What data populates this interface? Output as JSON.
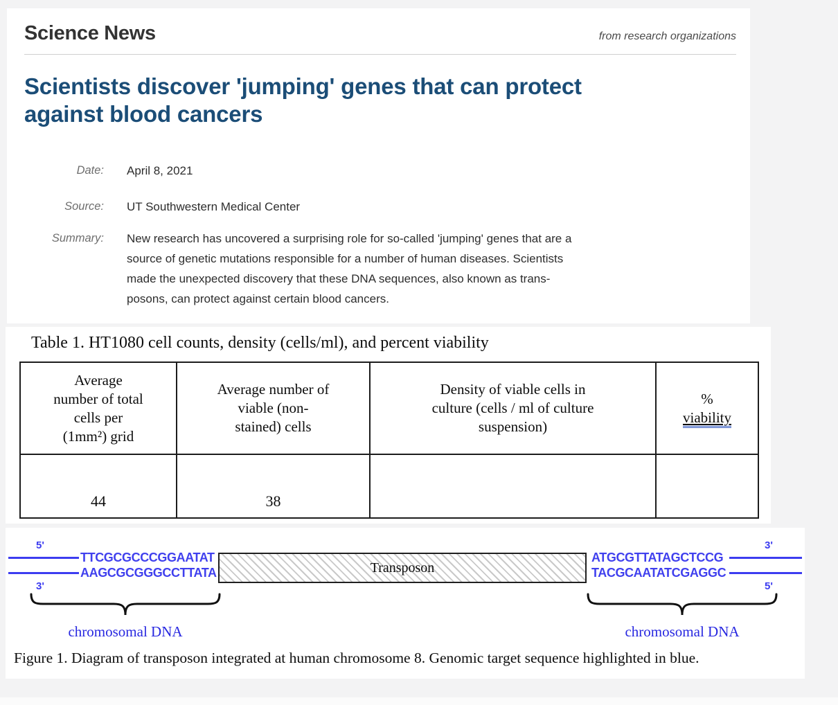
{
  "colors": {
    "headline_navy": "#1b4d77",
    "dna_blue": "#3c3cf0",
    "sequence_blue": "#4040ee",
    "chromosomal_label_blue": "#2727e0",
    "viability_underline_blue": "#2a52be"
  },
  "article": {
    "brand": "Science News",
    "tagline": "from research organizations",
    "headline_lines": [
      "Scientists discover 'jumping' genes that can protect",
      "against blood cancers"
    ],
    "date_label": "Date:",
    "date_value": "April 8, 2021",
    "source_label": "Source:",
    "source_value": "UT Southwestern Medical Center",
    "summary_label": "Summary:",
    "summary_lines": [
      "New research has uncovered a surprising role for so-called 'jumping' genes that are a",
      "source of genetic mutations responsible for a number of human diseases. Scientists",
      "made the unexpected discovery that these DNA sequences, also known as trans-",
      "posons, can protect against certain blood cancers."
    ]
  },
  "table": {
    "title": "Table 1. HT1080 cell counts, density (cells/ml), and percent viability",
    "columns": [
      {
        "lines": [
          "Average",
          "number of total",
          "cells per",
          "(1mm²) grid"
        ]
      },
      {
        "lines": [
          "Average number of",
          "viable (non-",
          "stained) cells"
        ]
      },
      {
        "lines": [
          "Density of viable cells in",
          "culture (cells / ml of culture",
          "suspension)"
        ]
      },
      {
        "percent": "%",
        "viability": "viability"
      }
    ],
    "rows": [
      [
        "44",
        "38",
        "",
        ""
      ]
    ]
  },
  "figure": {
    "five_prime": "5'",
    "three_prime": "3'",
    "left_seq_top": "TTCGCGCCCGGAATAT",
    "left_seq_bottom": "AAGCGCGGGCCTTATA",
    "right_seq_top": "ATGCGTTATAGCTCCG",
    "right_seq_bottom": "TACGCAATATCGAGGC",
    "transposon_label": "Transposon",
    "left_brace_label": "chromosomal DNA",
    "right_brace_label": "chromosomal DNA",
    "caption": "Figure 1. Diagram of transposon integrated at human chromosome 8. Genomic target sequence highlighted in blue."
  }
}
